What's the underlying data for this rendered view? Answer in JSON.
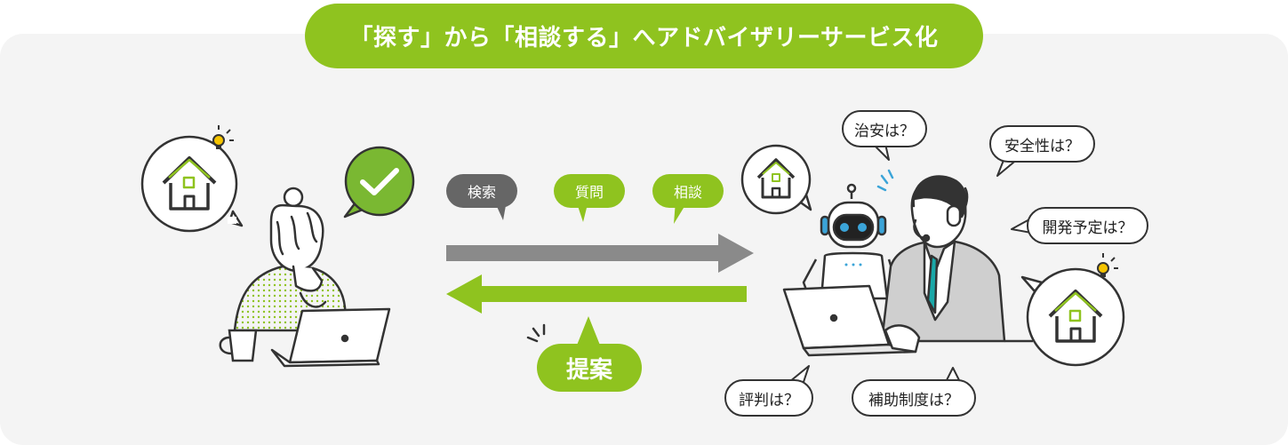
{
  "title": "「探す」から「相談する」へアドバイザリーサービス化",
  "flow": {
    "top_tags": [
      {
        "label": "検索",
        "color": "#666666"
      },
      {
        "label": "質問",
        "color": "#8fc31f"
      },
      {
        "label": "相談",
        "color": "#8fc31f"
      }
    ],
    "proposal_label": "提案"
  },
  "questions": [
    "治安は？",
    "安全性は？",
    "開発予定は？",
    "評判は？",
    "補助制度は？"
  ],
  "colors": {
    "accent": "#8fc31f",
    "gray": "#666666",
    "line": "#333333",
    "panel": "#f4f4f4"
  },
  "icons": [
    "house-icon",
    "lightbulb-icon",
    "checkmark-icon",
    "laptop-icon",
    "mug-icon",
    "robot-icon",
    "headset-icon"
  ]
}
